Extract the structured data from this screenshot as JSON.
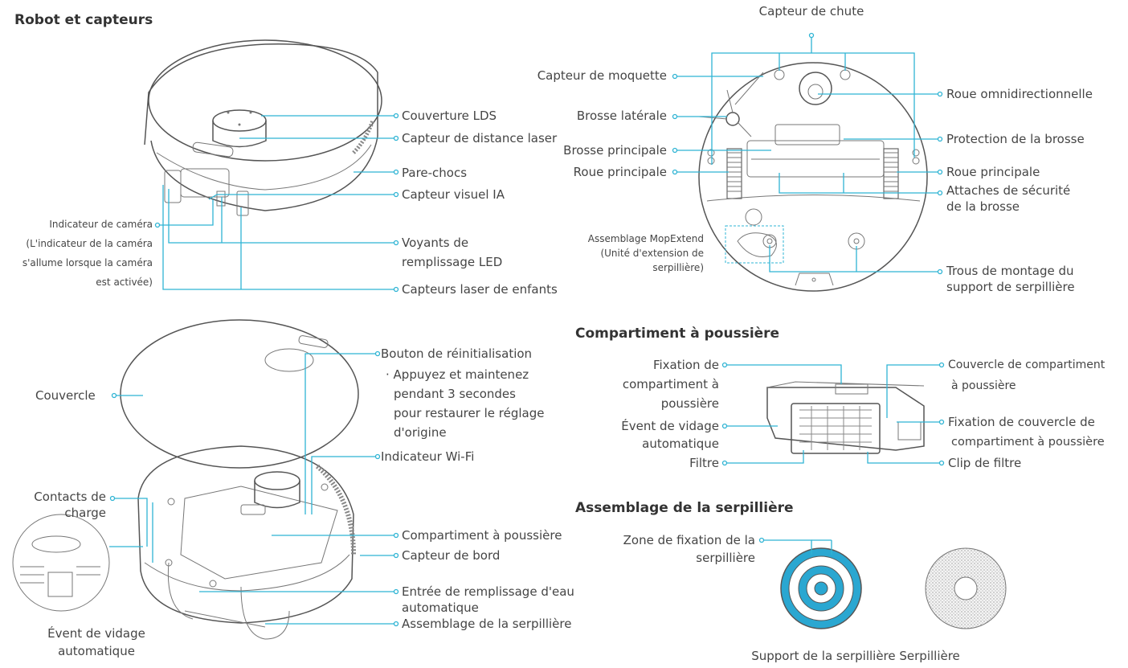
{
  "sections": {
    "robot": "Robot et capteurs",
    "dustbin": "Compartiment à poussière",
    "mop": "Assemblage de la serpillière"
  },
  "robot_labels": {
    "lds_cover": "Couverture LDS",
    "laser_sensor": "Capteur de distance laser",
    "bumper": "Pare-chocs",
    "ai_sensor": "Capteur visuel IA",
    "camera_indicator": "Indicateur de caméra",
    "camera_note_1": "(L'indicateur de la caméra",
    "camera_note_2": "s'allume lorsque la caméra",
    "camera_note_3": "est activée)",
    "led_1": "Voyants de",
    "led_2": "remplissage LED",
    "child_laser": "Capteurs laser de enfants"
  },
  "bottom_labels": {
    "cliff": "Capteur de chute",
    "carpet": "Capteur de moquette",
    "side_brush": "Brosse latérale",
    "main_brush": "Brosse principale",
    "main_wheel_left": "Roue principale",
    "omni": "Roue omnidirectionnelle",
    "brush_guard": "Protection de la brosse",
    "main_wheel_right": "Roue principale",
    "brush_clip_1": "Attaches de sécurité",
    "brush_clip_2": "de la brosse",
    "mopextend_1": "Assemblage MopExtend",
    "mopextend_2": "(Unité d'extension de",
    "mopextend_3": "serpillière)",
    "mop_holes_1": "Trous de montage du",
    "mop_holes_2": "support de serpillière"
  },
  "exploded_labels": {
    "cover": "Couvercle",
    "reset": "Bouton de réinitialisation",
    "reset_1": "· Appuyez et maintenez",
    "reset_2": "pendant 3 secondes",
    "reset_3": "pour restaurer le réglage",
    "reset_4": "d'origine",
    "wifi": "Indicateur Wi-Fi",
    "charge_1": "Contacts de",
    "charge_2": "charge",
    "dust_comp": "Compartiment à poussière",
    "edge": "Capteur de bord",
    "water_1": "Entrée de remplissage d'eau",
    "water_2": "automatique",
    "mop_assy": "Assemblage de la serpillière",
    "vent_1": "Évent de vidage",
    "vent_2": "automatique"
  },
  "dustbin_labels": {
    "fix_1": "Fixation de",
    "fix_2": "compartiment à",
    "fix_3": "poussière",
    "vent_1": "Évent de vidage",
    "vent_2": "automatique",
    "filter": "Filtre",
    "lid_1": "Couvercle de compartiment",
    "lid_2": "à poussière",
    "lidfix_1": "Fixation de couvercle de",
    "lidfix_2": "compartiment à poussière",
    "clip": "Clip de filtre"
  },
  "mop_labels": {
    "zone_1": "Zone de fixation de la",
    "zone_2": "serpillière",
    "caption": "Support de la serpillière Serpillière"
  },
  "colors": {
    "accent": "#2fb4d4",
    "text": "#454545",
    "line_art": "#555555"
  }
}
